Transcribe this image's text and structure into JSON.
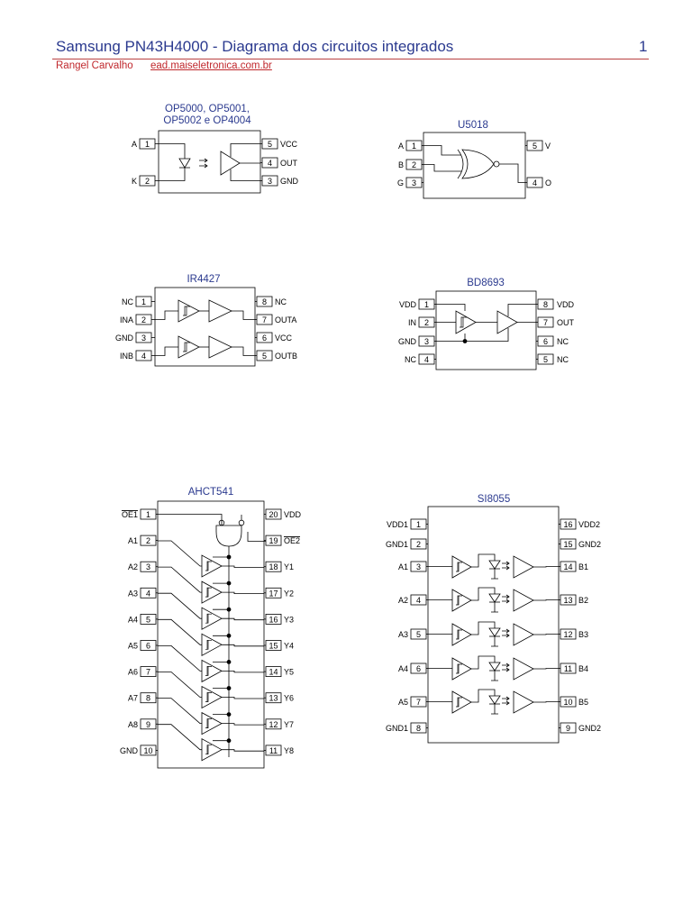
{
  "header": {
    "title": "Samsung PN43H4000 - Diagrama dos circuitos integrados",
    "page_number": "1",
    "author": "Rangel Carvalho",
    "website": "ead.maiseletronica.com.br"
  },
  "chips": {
    "op5000": {
      "title_lines": [
        "OP5000, OP5001,",
        "OP5002 e OP4004"
      ],
      "pins_left": [
        {
          "num": "1",
          "label": "A"
        },
        {
          "num": "2",
          "label": "K"
        }
      ],
      "pins_right": [
        {
          "num": "5",
          "label": "VCC"
        },
        {
          "num": "4",
          "label": "OUT"
        },
        {
          "num": "3",
          "label": "GND"
        }
      ]
    },
    "u5018": {
      "title": "U5018",
      "pins_left": [
        {
          "num": "1",
          "label": "A"
        },
        {
          "num": "2",
          "label": "B"
        },
        {
          "num": "3",
          "label": "G"
        }
      ],
      "pins_right": [
        {
          "num": "5",
          "label": "V"
        },
        {
          "num": "4",
          "label": "O"
        }
      ]
    },
    "ir4427": {
      "title": "IR4427",
      "pins_left": [
        {
          "num": "1",
          "label": "NC"
        },
        {
          "num": "2",
          "label": "INA"
        },
        {
          "num": "3",
          "label": "GND"
        },
        {
          "num": "4",
          "label": "INB"
        }
      ],
      "pins_right": [
        {
          "num": "8",
          "label": "NC"
        },
        {
          "num": "7",
          "label": "OUTA"
        },
        {
          "num": "6",
          "label": "VCC"
        },
        {
          "num": "5",
          "label": "OUTB"
        }
      ]
    },
    "bd8693": {
      "title": "BD8693",
      "pins_left": [
        {
          "num": "1",
          "label": "VDD"
        },
        {
          "num": "2",
          "label": "IN"
        },
        {
          "num": "3",
          "label": "GND"
        },
        {
          "num": "4",
          "label": "NC"
        }
      ],
      "pins_right": [
        {
          "num": "8",
          "label": "VDD"
        },
        {
          "num": "7",
          "label": "OUT"
        },
        {
          "num": "6",
          "label": "NC"
        },
        {
          "num": "5",
          "label": "NC"
        }
      ]
    },
    "ahct541": {
      "title": "AHCT541",
      "pins_left": [
        {
          "num": "1",
          "label": "OE1"
        },
        {
          "num": "2",
          "label": "A1"
        },
        {
          "num": "3",
          "label": "A2"
        },
        {
          "num": "4",
          "label": "A3"
        },
        {
          "num": "5",
          "label": "A4"
        },
        {
          "num": "6",
          "label": "A5"
        },
        {
          "num": "7",
          "label": "A6"
        },
        {
          "num": "8",
          "label": "A7"
        },
        {
          "num": "9",
          "label": "A8"
        },
        {
          "num": "10",
          "label": "GND"
        }
      ],
      "pins_right": [
        {
          "num": "20",
          "label": "VDD"
        },
        {
          "num": "19",
          "label": "OE2"
        },
        {
          "num": "18",
          "label": "Y1"
        },
        {
          "num": "17",
          "label": "Y2"
        },
        {
          "num": "16",
          "label": "Y3"
        },
        {
          "num": "15",
          "label": "Y4"
        },
        {
          "num": "14",
          "label": "Y5"
        },
        {
          "num": "13",
          "label": "Y6"
        },
        {
          "num": "12",
          "label": "Y7"
        },
        {
          "num": "11",
          "label": "Y8"
        }
      ]
    },
    "si8055": {
      "title": "SI8055",
      "pins_left": [
        {
          "num": "1",
          "label": "VDD1"
        },
        {
          "num": "2",
          "label": "GND1"
        },
        {
          "num": "3",
          "label": "A1"
        },
        {
          "num": "4",
          "label": "A2"
        },
        {
          "num": "5",
          "label": "A3"
        },
        {
          "num": "6",
          "label": "A4"
        },
        {
          "num": "7",
          "label": "A5"
        },
        {
          "num": "8",
          "label": "GND1"
        }
      ],
      "pins_right": [
        {
          "num": "16",
          "label": "VDD2"
        },
        {
          "num": "15",
          "label": "GND2"
        },
        {
          "num": "14",
          "label": "B1"
        },
        {
          "num": "13",
          "label": "B2"
        },
        {
          "num": "12",
          "label": "B3"
        },
        {
          "num": "11",
          "label": "B4"
        },
        {
          "num": "10",
          "label": "B5"
        },
        {
          "num": "9",
          "label": "GND2"
        }
      ]
    }
  }
}
